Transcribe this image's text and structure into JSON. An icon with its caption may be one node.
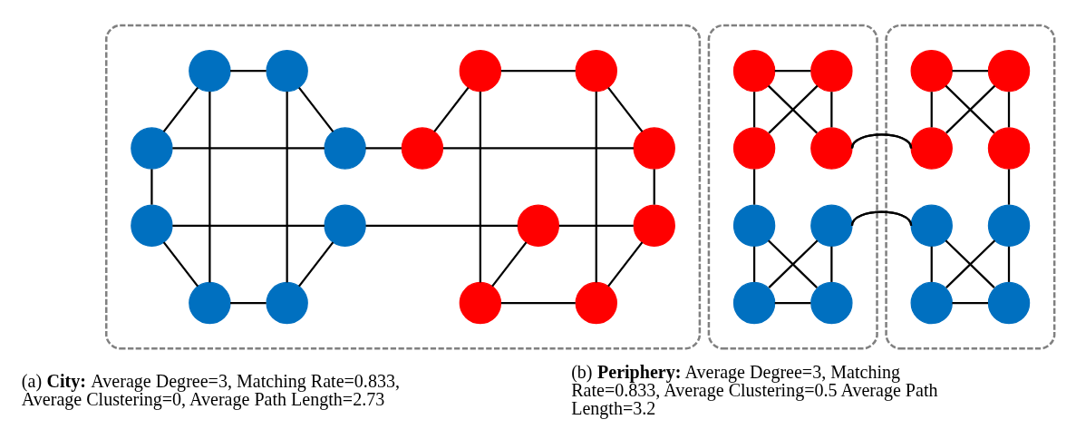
{
  "diagram": {
    "nodes": [
      {
        "text": [],
        "shape": "ellipse"
      },
      {
        "text": [],
        "shape": "circle",
        "in": 0
      },
      {
        "text": [],
        "shape": "circle",
        "in": 0
      },
      {
        "text": [],
        "shape": "circle",
        "in": 0
      },
      {
        "text": [],
        "shape": "circle",
        "in": 0
      },
      {
        "text": [],
        "shape": "circle",
        "in": 0
      },
      {
        "text": [],
        "shape": "circle",
        "in": 0
      },
      {
        "text": [],
        "shape": "circle",
        "in": 0
      },
      {
        "text": [],
        "shape": "circle",
        "in": 0
      },
      {
        "text": [],
        "shape": "circle",
        "in": 0
      },
      {
        "text": [],
        "shape": "circle",
        "in": 0
      },
      {
        "text": [],
        "shape": "circle",
        "in": 0
      },
      {
        "text": [],
        "shape": "circle",
        "in": 0
      },
      {
        "text": [],
        "shape": "circle",
        "in": 0
      },
      {
        "text": [],
        "shape": "circle",
        "in": 0
      },
      {
        "text": [],
        "shape": "circle",
        "in": 0
      },
      {
        "text": [],
        "shape": "circle",
        "in": 0
      },
      {
        "text": [],
        "shape": "ellipse"
      },
      {
        "text": [],
        "shape": "circle",
        "in": 17
      },
      {
        "text": [],
        "shape": "circle",
        "in": 17
      },
      {
        "text": [],
        "shape": "circle",
        "in": 17
      },
      {
        "text": [],
        "shape": "circle",
        "in": 17
      },
      {
        "text": [],
        "shape": "circle",
        "in": 17
      },
      {
        "text": [],
        "shape": "circle",
        "in": 17
      },
      {
        "text": [],
        "shape": "circle",
        "in": 17
      },
      {
        "text": [],
        "shape": "circle",
        "in": 17
      },
      {
        "text": [],
        "shape": "ellipse"
      },
      {
        "text": [],
        "shape": "circle",
        "in": 26
      },
      {
        "text": [],
        "shape": "circle",
        "in": 26
      },
      {
        "text": [],
        "shape": "circle",
        "in": 26
      },
      {
        "text": [],
        "shape": "circle",
        "in": 26
      },
      {
        "text": [],
        "shape": "circle",
        "in": 26
      },
      {
        "text": [],
        "shape": "circle",
        "in": 26
      },
      {
        "text": [],
        "shape": "circle",
        "in": 26
      },
      {
        "text": [],
        "shape": "circle",
        "in": 26
      }
    ],
    "edges": [
      {
        "from": 1,
        "to": 5,
        "arrow": "none"
      },
      {
        "from": 1,
        "to": 2,
        "arrow": "none"
      },
      {
        "from": 2,
        "to": 6,
        "arrow": "none"
      },
      {
        "from": 5,
        "to": 9,
        "arrow": "none"
      },
      {
        "from": 5,
        "to": 6,
        "arrow": "none"
      },
      {
        "from": 1,
        "to": 13,
        "arrow": "none"
      },
      {
        "from": 2,
        "to": 14,
        "arrow": "none"
      },
      {
        "from": 9,
        "to": 10,
        "arrow": "none"
      },
      {
        "from": 9,
        "to": 13,
        "arrow": "none"
      },
      {
        "from": 13,
        "to": 14,
        "arrow": "none"
      },
      {
        "from": 10,
        "to": 14,
        "arrow": "none"
      },
      {
        "from": 6,
        "to": 7,
        "arrow": "none"
      },
      {
        "from": 10,
        "to": 11,
        "arrow": "none"
      },
      {
        "from": 3,
        "to": 7,
        "arrow": "none"
      },
      {
        "from": 3,
        "to": 4,
        "arrow": "none"
      },
      {
        "from": 4,
        "to": 8,
        "arrow": "none"
      },
      {
        "from": 7,
        "to": 8,
        "arrow": "none"
      },
      {
        "from": 8,
        "to": 12,
        "arrow": "none"
      },
      {
        "from": 11,
        "to": 12,
        "arrow": "none"
      },
      {
        "from": 3,
        "to": 15,
        "arrow": "none"
      },
      {
        "from": 4,
        "to": 16,
        "arrow": "none"
      },
      {
        "from": 11,
        "to": 15,
        "arrow": "none"
      },
      {
        "from": 15,
        "to": 16,
        "arrow": "none"
      },
      {
        "from": 12,
        "to": 16,
        "arrow": "none"
      },
      {
        "from": 18,
        "to": 19,
        "arrow": "none"
      },
      {
        "from": 18,
        "to": 20,
        "arrow": "none"
      },
      {
        "from": 19,
        "to": 21,
        "arrow": "none"
      },
      {
        "from": 18,
        "to": 21,
        "arrow": "none"
      },
      {
        "from": 19,
        "to": 20,
        "arrow": "none"
      },
      {
        "from": 20,
        "to": 22,
        "arrow": "none"
      },
      {
        "from": 22,
        "to": 24,
        "arrow": "none"
      },
      {
        "from": 23,
        "to": 25,
        "arrow": "none"
      },
      {
        "from": 24,
        "to": 25,
        "arrow": "none"
      },
      {
        "from": 22,
        "to": 25,
        "arrow": "none"
      },
      {
        "from": 23,
        "to": 24,
        "arrow": "none"
      },
      {
        "from": 21,
        "to": 29,
        "arrow": "none"
      },
      {
        "from": 23,
        "to": 31,
        "arrow": "none"
      },
      {
        "from": 27,
        "to": 28,
        "arrow": "none"
      },
      {
        "from": 27,
        "to": 29,
        "arrow": "none"
      },
      {
        "from": 28,
        "to": 30,
        "arrow": "none"
      },
      {
        "from": 27,
        "to": 30,
        "arrow": "none"
      },
      {
        "from": 28,
        "to": 29,
        "arrow": "none"
      },
      {
        "from": 30,
        "to": 32,
        "arrow": "none"
      },
      {
        "from": 31,
        "to": 33,
        "arrow": "none"
      },
      {
        "from": 32,
        "to": 34,
        "arrow": "none"
      },
      {
        "from": 33,
        "to": 34,
        "arrow": "none"
      },
      {
        "from": 31,
        "to": 34,
        "arrow": "none"
      },
      {
        "from": 32,
        "to": 33,
        "arrow": "none"
      }
    ],
    "labels": [
      "(a) **City:** Average Degree=3, Matching Rate=0.833, Average Clustering=0, Average Path Length=2.73",
      "(b) **Periphery:** Average Degree=3, Matching Rate=0.833, Average Clustering=0.5 Average Path Length=3.2"
    ]
  }
}
